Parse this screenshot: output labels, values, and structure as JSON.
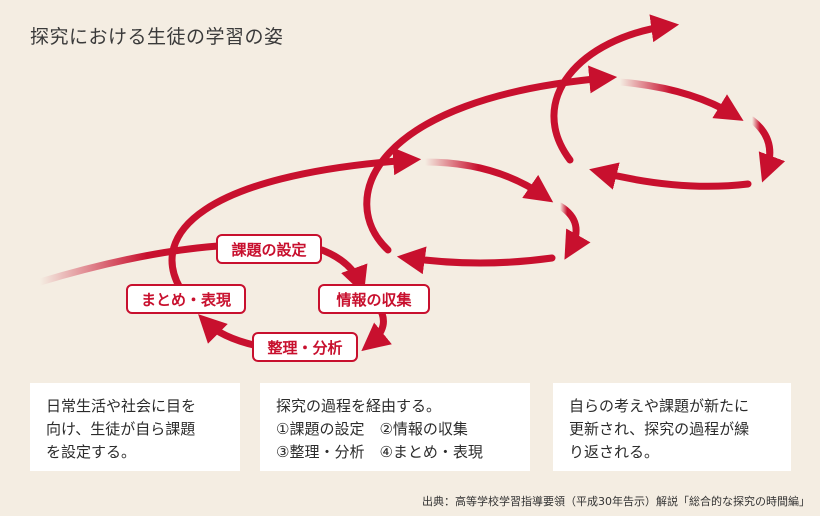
{
  "title": "探究における生徒の学習の姿",
  "colors": {
    "accent": "#c8102e",
    "background": "#f4ede2",
    "text": "#2b2b2b"
  },
  "cycle": {
    "setting": "課題の設定",
    "collection": "情報の収集",
    "organizing": "整理・分析",
    "expression": "まとめ・表現"
  },
  "boxes": [
    {
      "lines": [
        "日常生活や社会に目を",
        "向け、生徒が自ら課題",
        "を設定する。"
      ]
    },
    {
      "lines": [
        "探究の過程を経由する。",
        "①課題の設定　②情報の収集",
        "③整理・分析　④まとめ・表現"
      ]
    },
    {
      "lines": [
        "自らの考えや課題が新たに",
        "更新され、探究の過程が繰",
        "り返される。"
      ]
    }
  ],
  "source": "出典：高等学校学習指導要領（平成30年告示）解説「総合的な探究の時間編」"
}
